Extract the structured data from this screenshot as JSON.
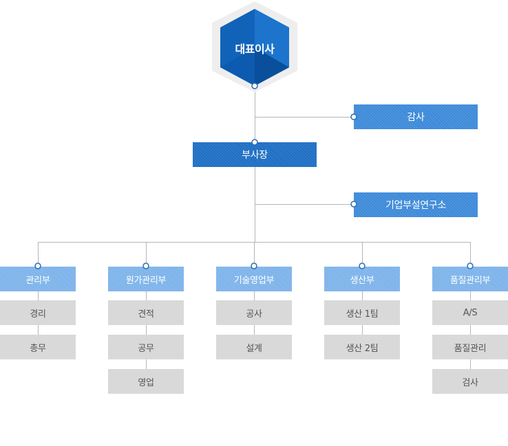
{
  "ceo": "대표이사",
  "audit": "감사",
  "vp": "부사장",
  "lab": "기업부설연구소",
  "departments": [
    {
      "name": "관리부",
      "teams": [
        "경리",
        "총무"
      ]
    },
    {
      "name": "원가관리부",
      "teams": [
        "견적",
        "공무",
        "영업"
      ]
    },
    {
      "name": "기술영업부",
      "teams": [
        "공사",
        "설계"
      ]
    },
    {
      "name": "생산부",
      "teams": [
        "생산 1팀",
        "생산 2팀"
      ]
    },
    {
      "name": "품질관리부",
      "teams": [
        "A/S",
        "품질관리",
        "검사"
      ]
    }
  ],
  "colors": {
    "ceo_dark": "#0c5bb0",
    "ceo_light": "#1f7fd6",
    "primary": "#1e6fc4",
    "secondary": "#3d8ad9",
    "department": "#7db3ea",
    "team": "#d9d9d9",
    "line": "#b5b5b5"
  }
}
